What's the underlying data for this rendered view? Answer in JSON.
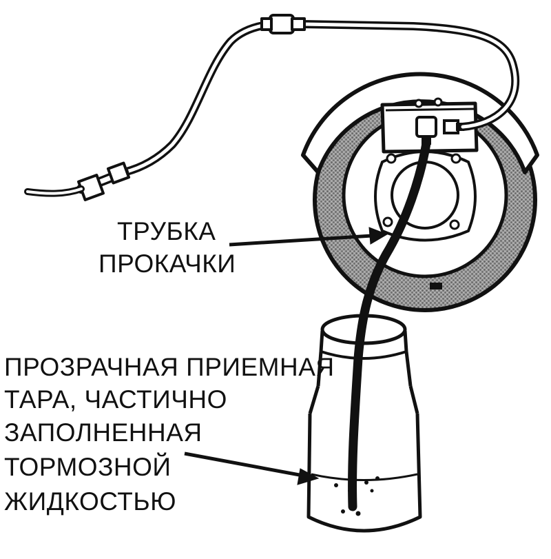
{
  "labels": {
    "bleed_hose": {
      "line1": "ТРУБКА",
      "line2": "ПРОКАЧКИ"
    },
    "container": {
      "line1": "ПРОЗРАЧНАЯ ПРИЕМНАЯ",
      "line2": "ТАРА, ЧАСТИЧНО",
      "line3": "ЗАПОЛНЕННАЯ",
      "line4": "ТОРМОЗНОЙ",
      "line5": "ЖИДКОСТЬЮ"
    }
  },
  "colors": {
    "ink": "#111111",
    "paper": "#ffffff",
    "brake_stipple": "#9a9a9a"
  }
}
